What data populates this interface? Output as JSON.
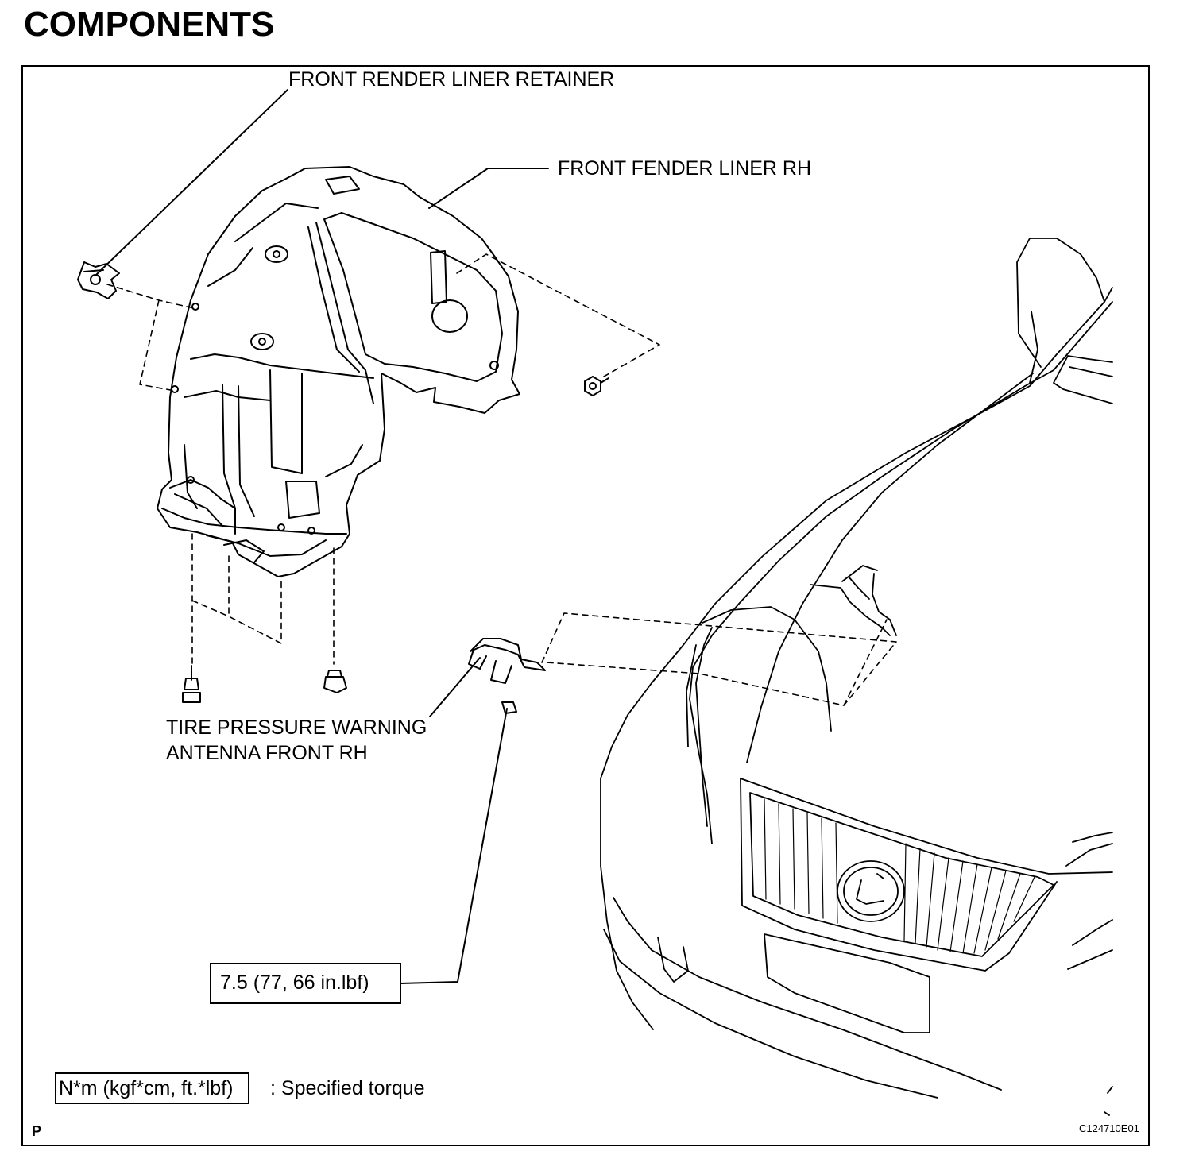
{
  "title": "COMPONENTS",
  "labels": {
    "retainer": "FRONT RENDER LINER RETAINER",
    "fender_liner": "FRONT FENDER LINER RH",
    "antenna_line1": "TIRE PRESSURE WARNING",
    "antenna_line2": "ANTENNA FRONT RH"
  },
  "torque_value": "7.5 (77, 66 in.lbf)",
  "legend": {
    "unit_box": "N*m (kgf*cm, ft.*lbf)",
    "description": ": Specified torque"
  },
  "footer": {
    "corner_letter": "P",
    "figure_id": "C124710E01"
  }
}
